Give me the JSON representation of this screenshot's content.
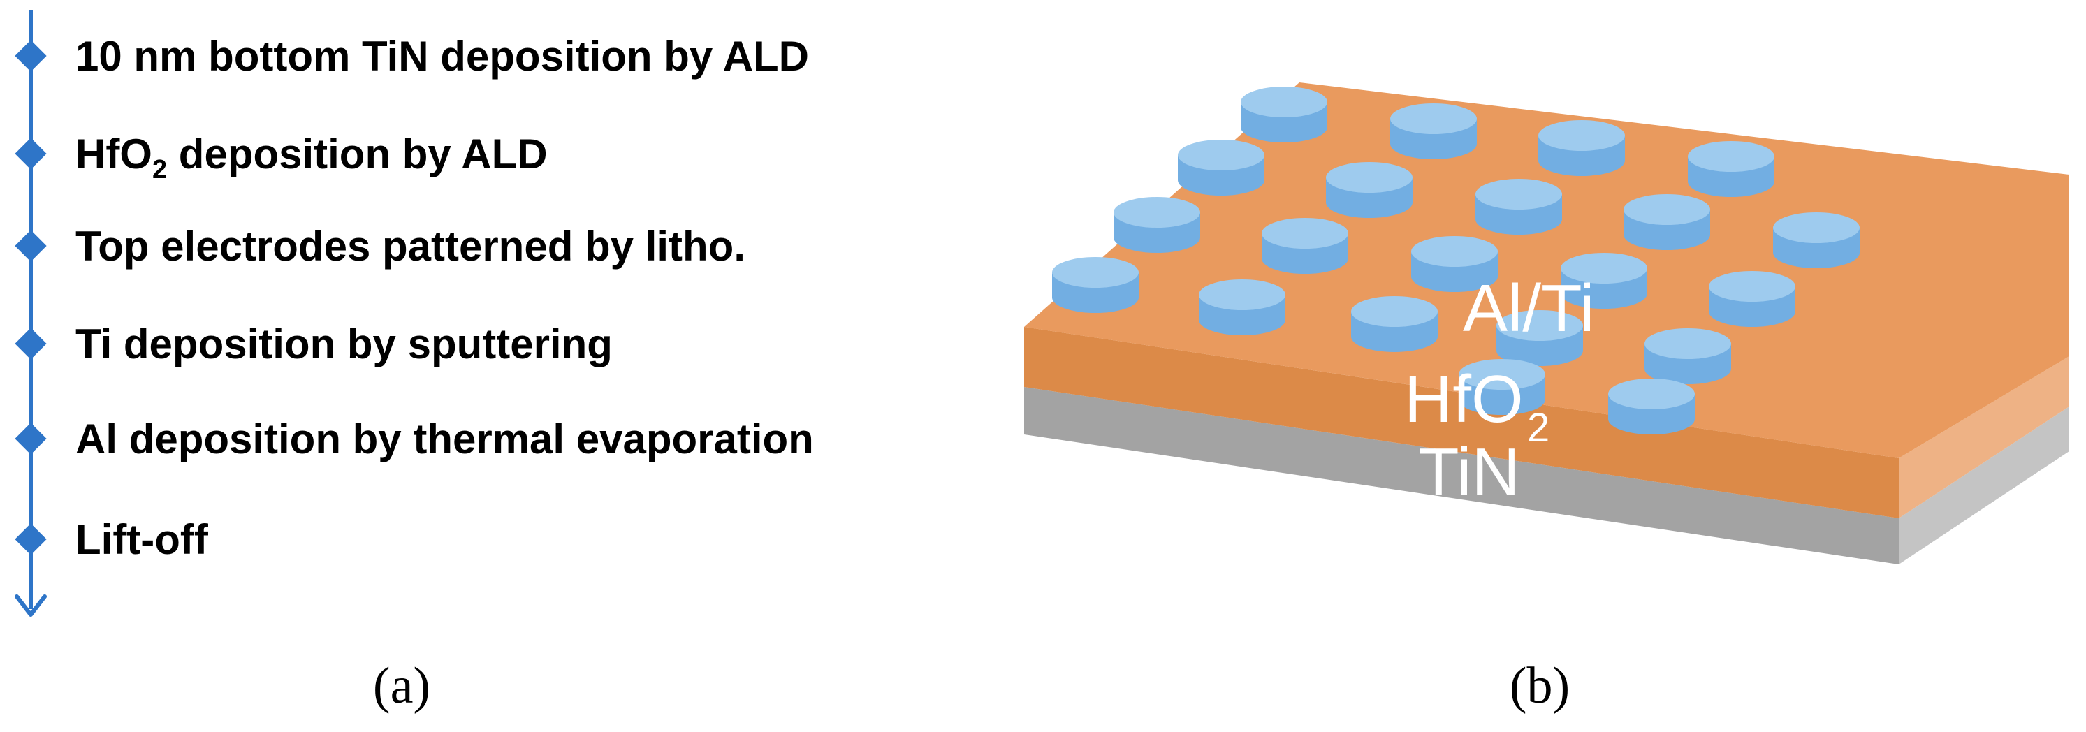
{
  "panel_a": {
    "steps": [
      {
        "text": "10 nm bottom TiN deposition by ALD",
        "sub": "",
        "after": ""
      },
      {
        "text": "HfO",
        "sub": "2",
        "after": " deposition by ALD"
      },
      {
        "text": "Top electrodes patterned by litho.",
        "sub": "",
        "after": ""
      },
      {
        "text": "Ti deposition by sputtering",
        "sub": "",
        "after": ""
      },
      {
        "text": "Al deposition by thermal evaporation",
        "sub": "",
        "after": ""
      },
      {
        "text": "Lift-off",
        "sub": "",
        "after": ""
      }
    ],
    "label": "(a)"
  },
  "panel_b": {
    "labels": {
      "electrode": "Al/Ti",
      "oxide": "HfO",
      "oxide_sub": "2",
      "bottom": "TiN"
    },
    "label": "(b)"
  },
  "colors": {
    "timeline": "#2e75c8",
    "oxide_top": "#e99a5e",
    "oxide_front": "#dc8a48",
    "oxide_side": "#eeb285",
    "tin_front": "#a3a3a3",
    "tin_side": "#c4c4c4",
    "electrode_top": "#9ecbee",
    "electrode_side": "#72aee2"
  }
}
